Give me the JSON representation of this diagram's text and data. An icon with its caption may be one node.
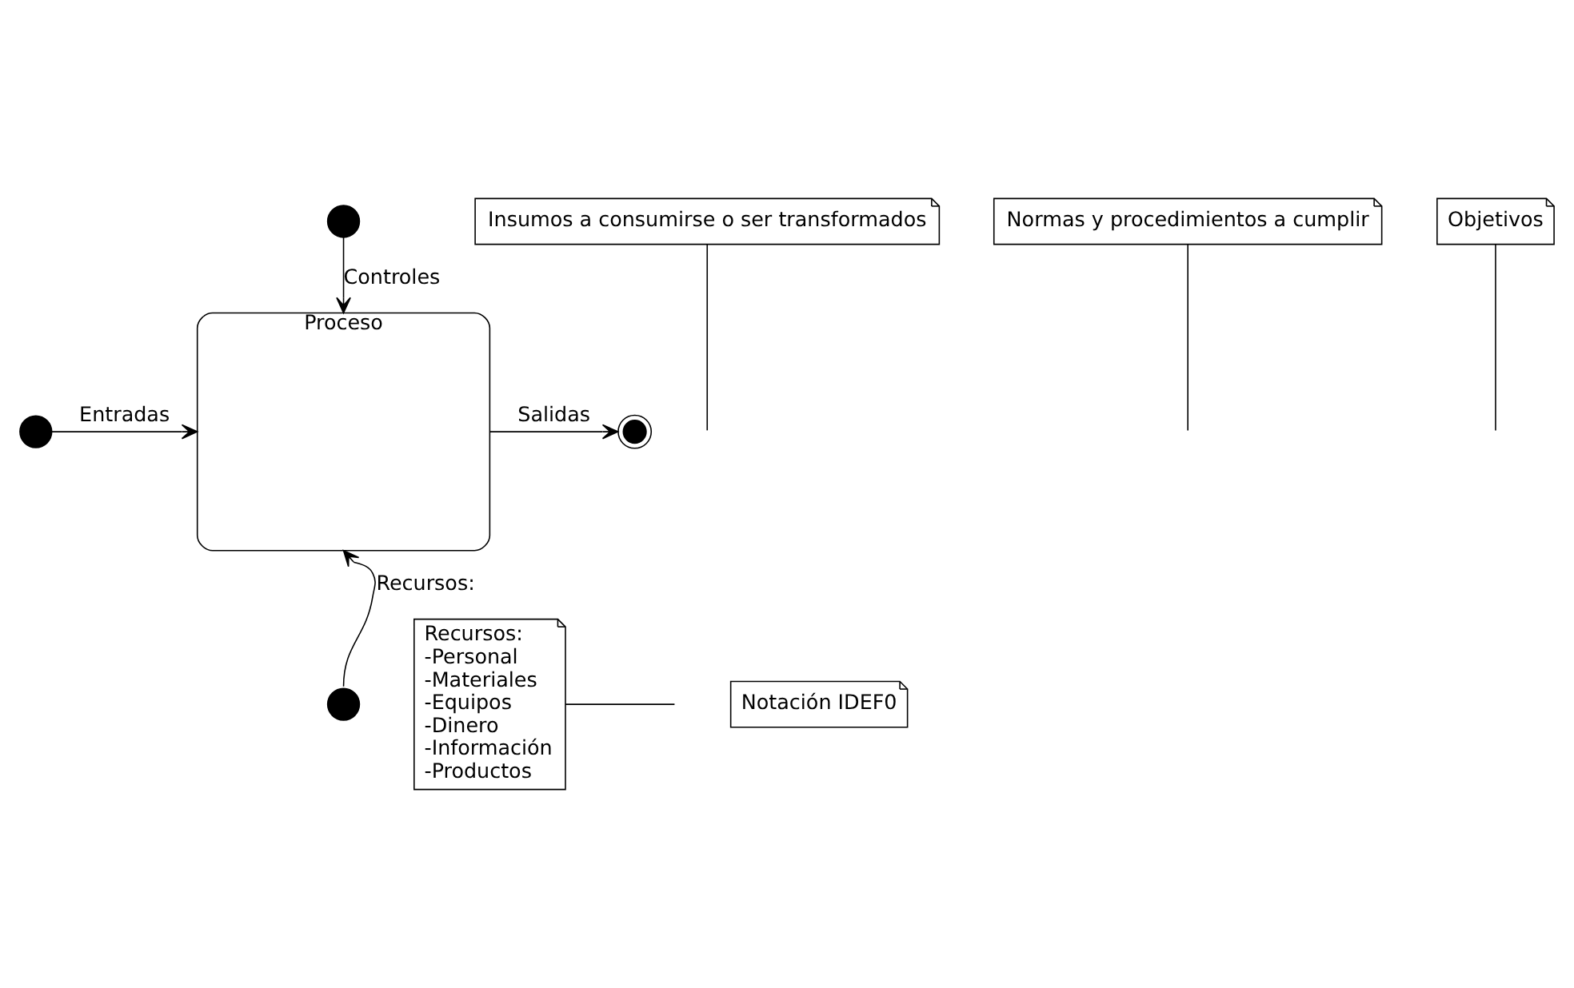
{
  "diagram": {
    "nodes": [
      {
        "text": [
          "Proceso"
        ]
      },
      {
        "text": [],
        "shape": "circle"
      },
      {
        "text": [],
        "shape": "circle"
      },
      {
        "text": [],
        "shape": "bullseye"
      },
      {
        "text": [],
        "shape": "circle"
      },
      {
        "text": [
          "Insumos a consumirse o ser transformados"
        ]
      },
      {
        "text": [
          "Normas y procedimientos a cumplir"
        ]
      },
      {
        "text": [
          "Objetivos"
        ]
      },
      {
        "text": [
          "Recursos:",
          "-Personal",
          "-Materiales",
          "-Equipos",
          "-Dinero",
          "-Información",
          "-Productos"
        ]
      },
      {
        "text": [
          "Notación IDEF0"
        ]
      }
    ],
    "edges": [
      {
        "from": 1,
        "to": 0,
        "arrow": "to",
        "label": "Entradas"
      },
      {
        "from": 2,
        "to": 0,
        "arrow": "to",
        "label": "Controles"
      },
      {
        "from": 0,
        "to": 3,
        "arrow": "to",
        "label": "Salidas"
      },
      {
        "from": 4,
        "to": 0,
        "arrow": "to",
        "label": "Recursos:"
      },
      {
        "from": 5,
        "to": null,
        "arrow": "none"
      },
      {
        "from": 6,
        "to": null,
        "arrow": "none"
      },
      {
        "from": 7,
        "to": null,
        "arrow": "none"
      },
      {
        "from": 8,
        "to": null,
        "arrow": "none"
      }
    ]
  }
}
